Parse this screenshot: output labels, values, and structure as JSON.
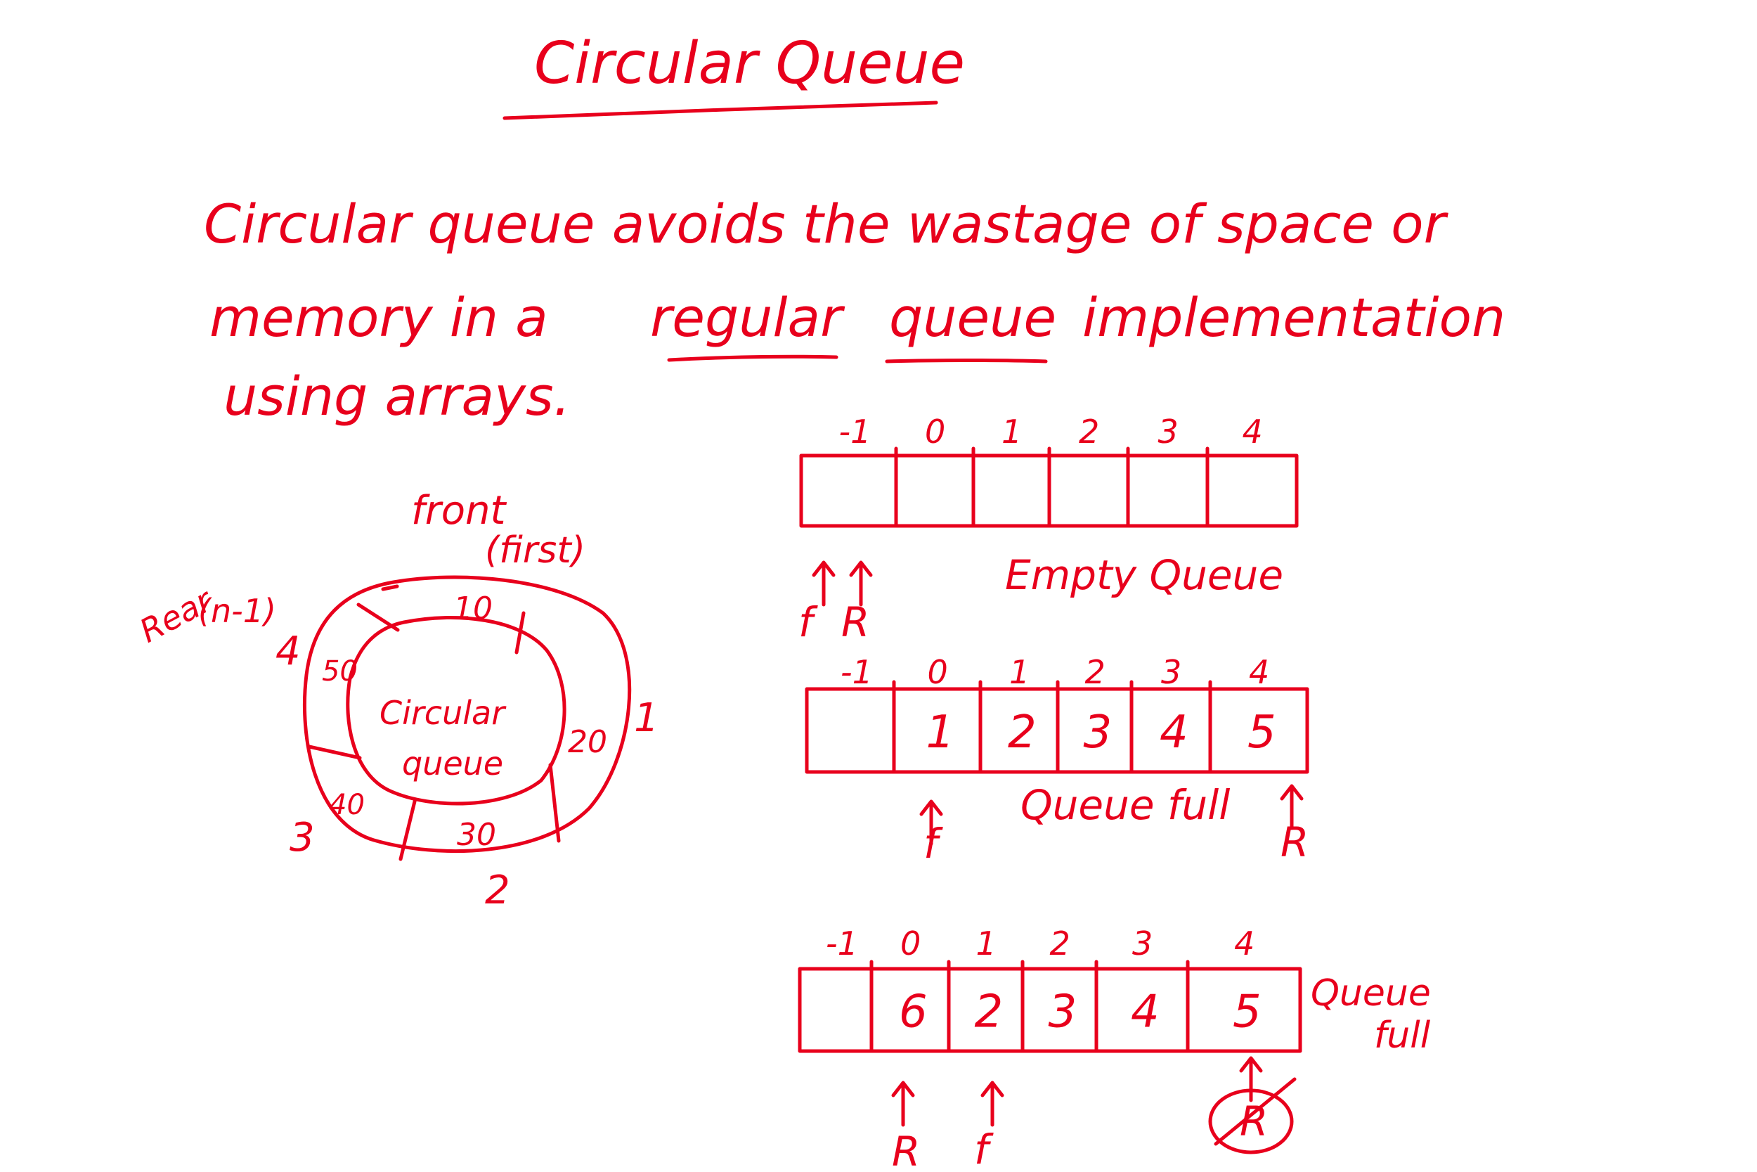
{
  "title": "Circular Queue",
  "intro": {
    "line1": "Circular queue avoids the wastage of space or",
    "line2_a": "memory in a ",
    "line2_b": "regular",
    "line2_c": "queue",
    "line2_d": "implementation",
    "line3": "using arrays."
  },
  "circle": {
    "center_label_1": "Circular",
    "center_label_2": "queue",
    "front_label": "front",
    "front_sub": "(first)",
    "rear_label": "Rear",
    "rear_sub": "(n-1)",
    "slot_values": [
      "10",
      "20",
      "30",
      "40",
      "50"
    ],
    "slot_indices": [
      "1",
      "2",
      "3",
      "4"
    ]
  },
  "queues": [
    {
      "indices": [
        "-1",
        "0",
        "1",
        "2",
        "3",
        "4"
      ],
      "cells": [
        "",
        "",
        "",
        "",
        "",
        ""
      ],
      "caption": "Empty Queue",
      "pointer_labels": [
        "f",
        "R"
      ]
    },
    {
      "indices": [
        "-1",
        "0",
        "1",
        "2",
        "3",
        "4"
      ],
      "cells": [
        "",
        "1",
        "2",
        "3",
        "4",
        "5"
      ],
      "caption": "Queue full",
      "pointer_labels": [
        "f",
        "R"
      ]
    },
    {
      "indices": [
        "-1",
        "0",
        "1",
        "2",
        "3",
        "4"
      ],
      "cells": [
        "",
        "6",
        "2",
        "3",
        "4",
        "5"
      ],
      "caption_1": "Queue",
      "caption_2": "full",
      "pointer_labels": [
        "R",
        "f",
        "R"
      ]
    }
  ],
  "colors": {
    "ink": "#e8001c",
    "background": "#ffffff"
  }
}
